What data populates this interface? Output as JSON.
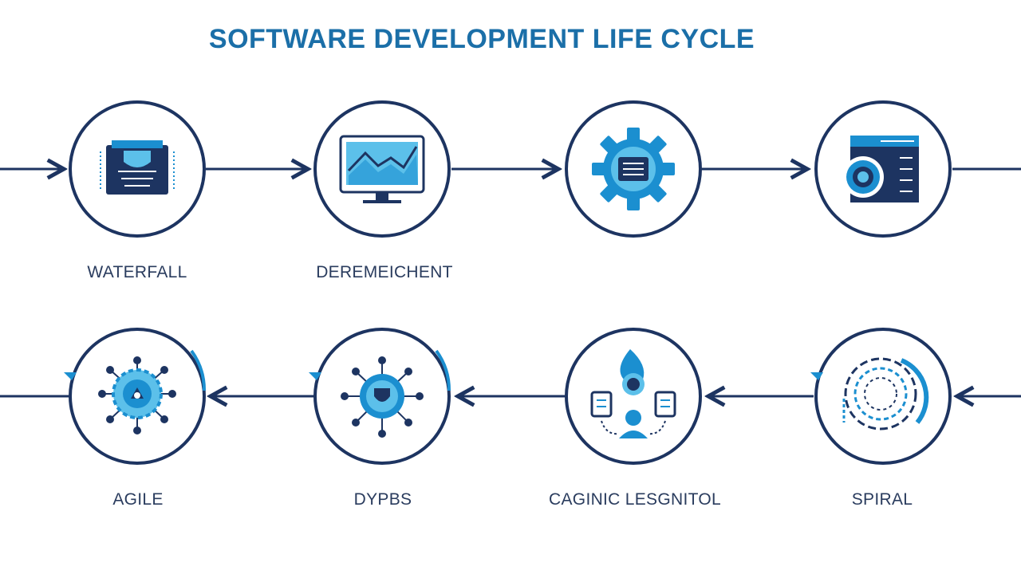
{
  "title": "SOFTWARE DEVELOPMENT LIFE CYCLE",
  "colors": {
    "navy": "#1d3461",
    "blue": "#1b8fd0",
    "light_blue": "#5cc0ea",
    "title": "#1b6fa8",
    "label": "#2a3c5e"
  },
  "top_row": [
    {
      "label": "WATERFALL",
      "icon": "document-monitor-icon"
    },
    {
      "label": "DEREMEICHENT",
      "icon": "chart-monitor-icon"
    },
    {
      "label": "",
      "icon": "gear-icon"
    },
    {
      "label": "",
      "icon": "app-window-icon"
    }
  ],
  "bottom_row": [
    {
      "label": "AGILE",
      "icon": "network-hub-icon"
    },
    {
      "label": "DYPBS",
      "icon": "shield-hub-icon"
    },
    {
      "label": "CAGINIC LESGNITOL",
      "icon": "team-collaboration-icon"
    },
    {
      "label": "SPIRAL",
      "icon": "spiral-icon"
    }
  ]
}
